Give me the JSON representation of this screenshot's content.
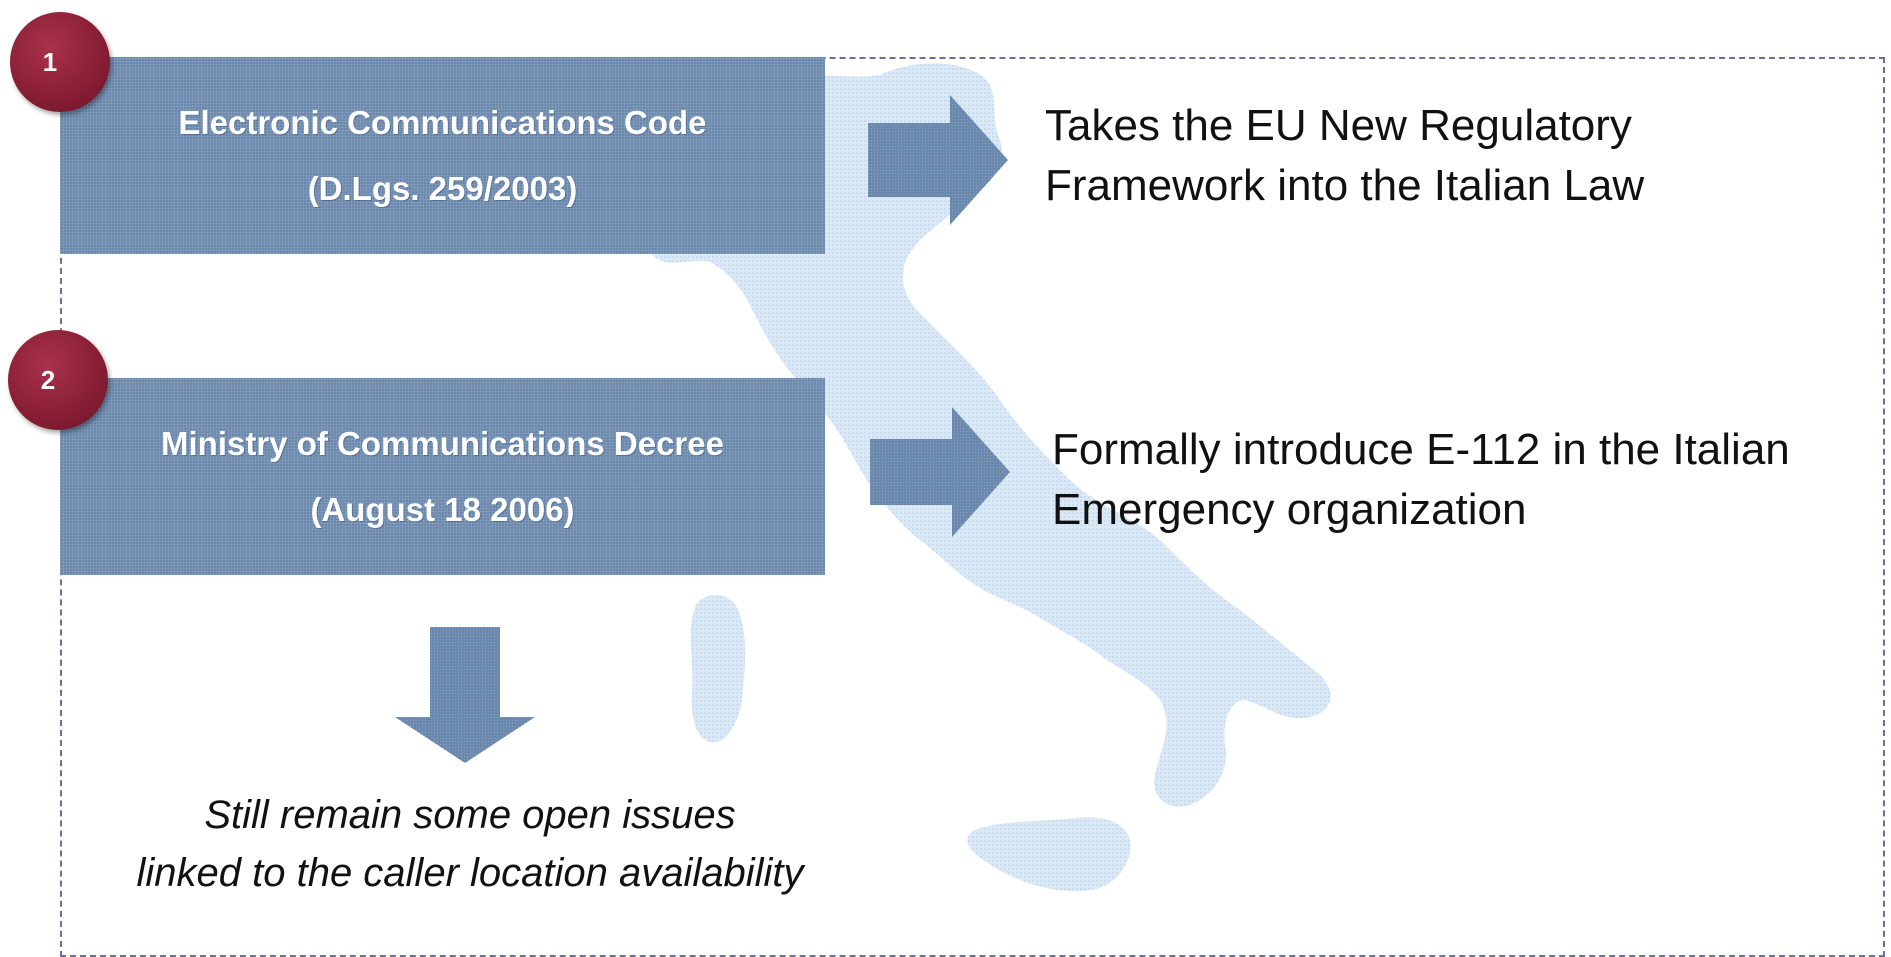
{
  "steps": [
    {
      "badge": "1",
      "box_line1": "Electronic Communications Code",
      "box_line2": "(D.Lgs. 259/2003)",
      "result_line1": "Takes the EU New Regulatory",
      "result_line2": "Framework into the Italian Law"
    },
    {
      "badge": "2",
      "box_line1": "Ministry of Communications Decree",
      "box_line2": "(August 18 2006)",
      "result_line1": "Formally introduce E-112 in the Italian",
      "result_line2": "Emergency organization"
    }
  ],
  "conclusion": {
    "line1": "Still remain some open issues",
    "line2": "linked to the caller location availability"
  },
  "colors": {
    "box": "#6b88ad",
    "badge": "#8a1f36",
    "map": "#d6e6f5",
    "frame": "#6a6f9a"
  },
  "icons": [
    "italy-map-icon",
    "right-arrow-icon",
    "down-arrow-icon"
  ]
}
